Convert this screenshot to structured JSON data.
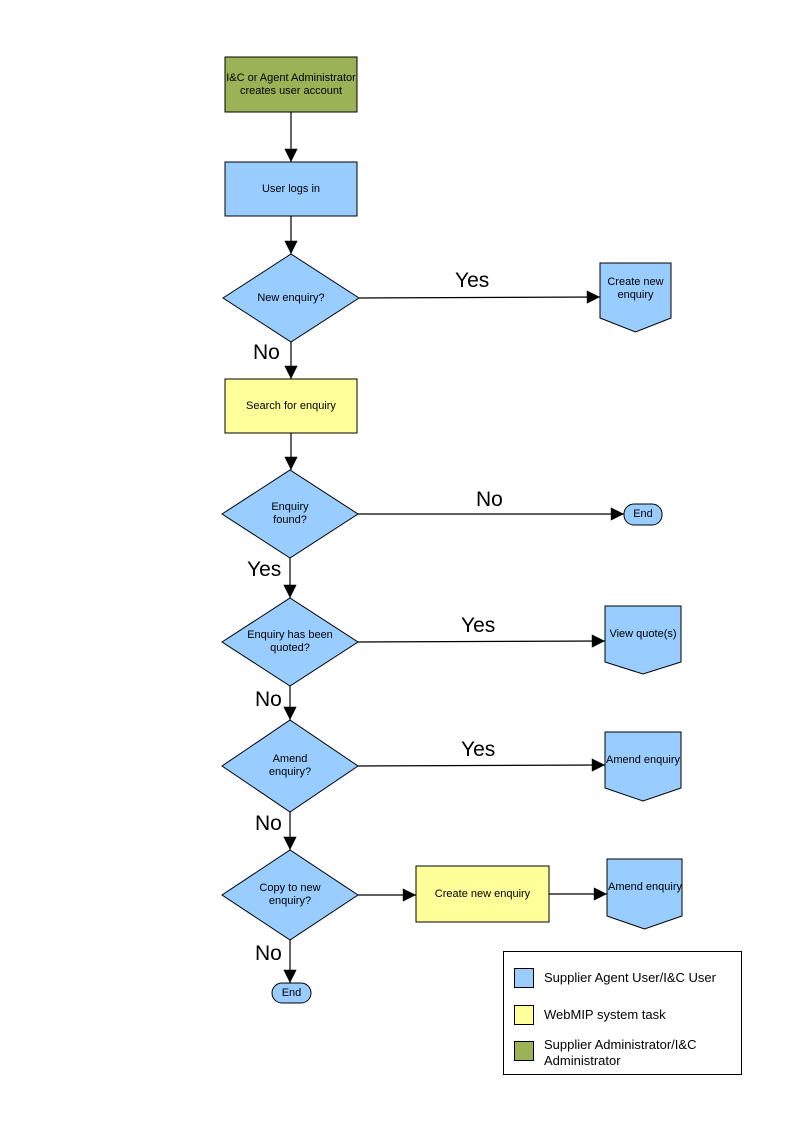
{
  "colors": {
    "user_blue": "#99CCFF",
    "system_yellow": "#FFFF99",
    "admin_green": "#9BB356",
    "line": "#000000"
  },
  "nodes": {
    "admin_create": "I&C or Agent Administrator creates user account",
    "user_login": "User logs in",
    "new_enquiry_q": "New enquiry?",
    "create_new_enquiry": "Create new enquiry",
    "search_for_enquiry": "Search for enquiry",
    "enquiry_found_q": "Enquiry found?",
    "end_top": "End",
    "enquiry_quoted_q": "Enquiry has been quoted?",
    "view_quotes": "View quote(s)",
    "amend_enquiry_q": "Amend enquiry?",
    "amend_enquiry_a": "Amend enquiry",
    "copy_to_new_q": "Copy to new enquiry?",
    "create_new_enquiry_task": "Create new enquiry",
    "amend_enquiry_b": "Amend enquiry",
    "end_bottom": "End"
  },
  "edge_labels": {
    "new_enquiry_yes": "Yes",
    "new_enquiry_no": "No",
    "enquiry_found_no": "No",
    "enquiry_found_yes": "Yes",
    "quoted_yes": "Yes",
    "quoted_no": "No",
    "amend_yes": "Yes",
    "amend_no": "No",
    "copy_no": "No"
  },
  "legend": {
    "items": [
      {
        "label": "Supplier Agent User/I&C User",
        "color_key": "user_blue"
      },
      {
        "label": "WebMIP system task",
        "color_key": "system_yellow"
      },
      {
        "label": "Supplier Administrator/I&C Administrator",
        "color_key": "admin_green"
      }
    ]
  }
}
